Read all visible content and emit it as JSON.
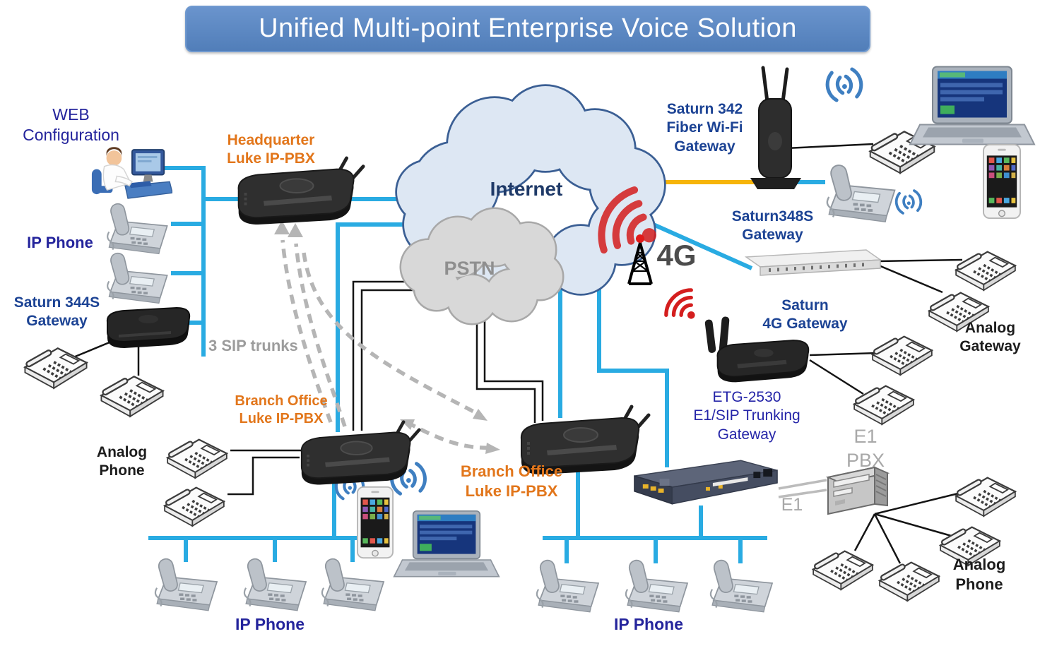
{
  "title": "Unified Multi-point Enterprise Voice Solution",
  "colors": {
    "banner_blue": "#5b86c2",
    "line_blue": "#29abe2",
    "line_yellow": "#f6b40a",
    "line_black": "#141414",
    "line_gray_e1": "#bcbcbc",
    "dashed_gray": "#b5b5b5",
    "label_navy": "#24249c",
    "label_blue": "#1c4394",
    "label_orange": "#e2761b",
    "label_gray": "#9c9c9c",
    "internet_navy": "#1f3a68",
    "wifi_red": "#d41e1e"
  },
  "clouds": {
    "internet": "Internet",
    "pstn": "PSTN"
  },
  "labels": {
    "web_configuration": "WEB\nConfiguration",
    "headquarter": "Headquarter\nLuke IP-PBX",
    "ip_phone_left": "IP Phone",
    "saturn_344s": "Saturn 344S\nGateway",
    "sip_trunks": "3 SIP trunks",
    "analog_phone_left": "Analog\nPhone",
    "branch_office_left": "Branch Office\nLuke IP-PBX",
    "branch_office_center": "Branch Office\nLuke IP-PBX",
    "four_g": "4G",
    "saturn_342": "Saturn 342\nFiber Wi-Fi\nGateway",
    "saturn_348s": "Saturn348S\nGateway",
    "saturn_4g": "Saturn\n4G Gateway",
    "analog_gateway": "Analog\nGateway",
    "etg_2530": "ETG-2530\nE1/SIP Trunking\nGateway",
    "e1_pbx": "E1\nPBX",
    "e1_link": "E1",
    "analog_phone_right": "Analog\nPhone",
    "ip_phone_bottom_left": "IP Phone",
    "ip_phone_bottom_center": "IP Phone"
  }
}
